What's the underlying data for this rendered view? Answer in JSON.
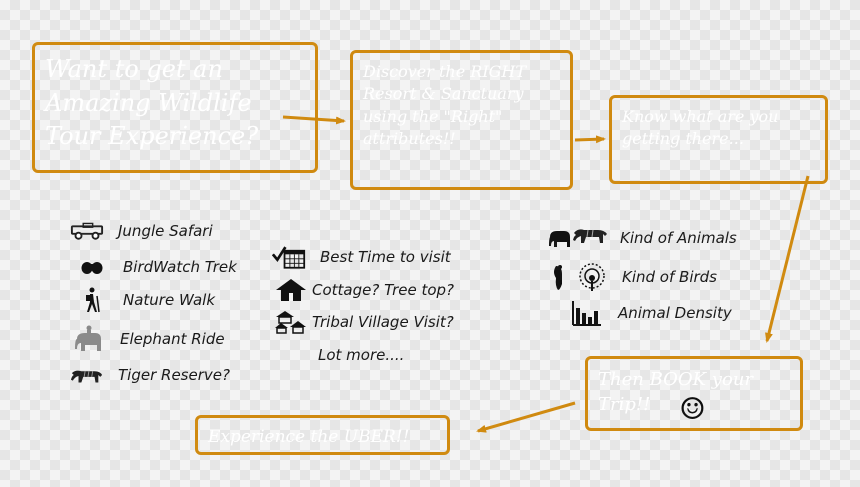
{
  "flow": {
    "step1": "Want to get an Amazing Wildlife Tour Experience?",
    "step2": "Discover the RIGHT Resort & Sanctuary using the \"Right\" attributes!!",
    "step3": "Know what are you getting there...",
    "step4": "Then BOOK your Trip!!",
    "step5": "Experience the UBER!!",
    "smiley": "☺"
  },
  "activities": [
    {
      "label": "Jungle Safari",
      "icon": "jeep-icon"
    },
    {
      "label": "BirdWatch Trek",
      "icon": "binoculars-icon"
    },
    {
      "label": "Nature Walk",
      "icon": "hiker-icon"
    },
    {
      "label": "Elephant Ride",
      "icon": "elephant-rider-icon"
    },
    {
      "label": "Tiger Reserve?",
      "icon": "tiger-icon"
    }
  ],
  "stay": [
    {
      "label": "Best Time to visit",
      "icon": "calendar-check-icon"
    },
    {
      "label": "Cottage? Tree top?",
      "icon": "cottage-icon"
    },
    {
      "label": "Tribal Village Visit?",
      "icon": "huts-icon"
    },
    {
      "label": "Lot more...."
    }
  ],
  "wildlife": [
    {
      "label": "Kind of Animals",
      "icon": "elephant-tiger-icon"
    },
    {
      "label": "Kind of Birds",
      "icon": "peacock-icon"
    },
    {
      "label": "Animal Density",
      "icon": "bar-chart-icon"
    }
  ],
  "colors": {
    "box_border": "#d08a10",
    "arrow": "#d08a10",
    "box_text": "#ffffff"
  }
}
